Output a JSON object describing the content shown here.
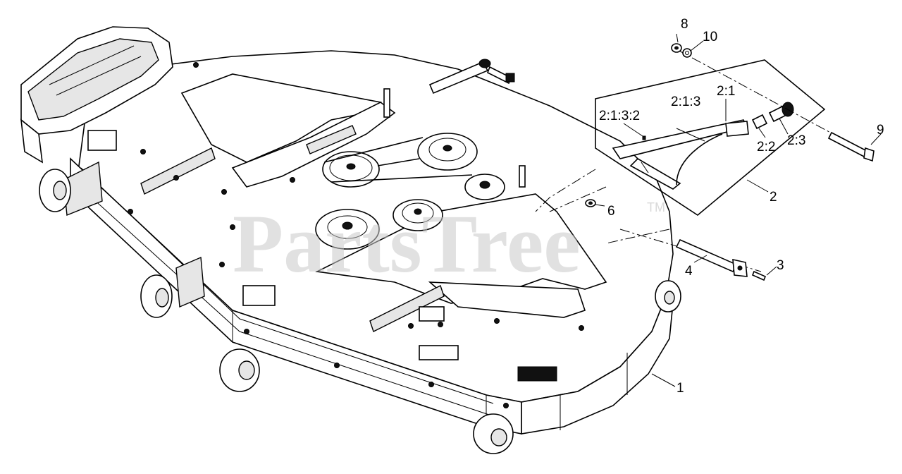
{
  "watermark": {
    "text": "PartsTree",
    "trademark": "TM"
  },
  "callouts": {
    "c1": "1",
    "c2": "2",
    "c3": "3",
    "c4": "4",
    "c6": "6",
    "c8": "8",
    "c9": "9",
    "c10": "10",
    "c2_1": "2:1",
    "c2_1_3": "2:1:3",
    "c2_1_3_2": "2:1:3:2",
    "c2_2": "2:2",
    "c2_3": "2:3"
  }
}
